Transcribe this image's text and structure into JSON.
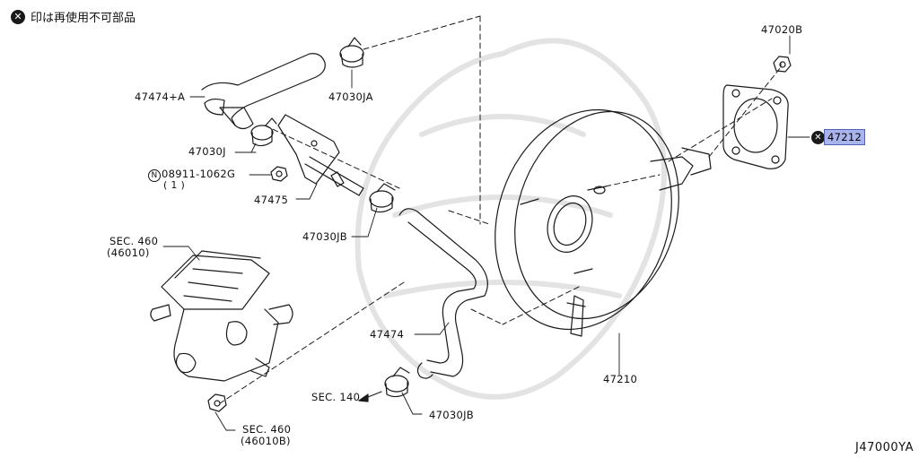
{
  "legend": {
    "icon": "x-circle-icon",
    "text": "印は再使用不可部品"
  },
  "labels": {
    "hose_a": "47474+A",
    "clamp_ja": "47030JA",
    "clamp_j": "47030J",
    "nut_part": "08911-1062G",
    "nut_qty": "( 1 )",
    "nut_prefix": "N",
    "bracket": "47475",
    "clamp_jb_upper": "47030JB",
    "sec460_a_line1": "SEC. 460",
    "sec460_a_line2": "(46010)",
    "hose": "47474",
    "sec140": "SEC. 140",
    "clamp_jb_lower": "47030JB",
    "sec460_b_line1": "SEC. 460",
    "sec460_b_line2": "(46010B)",
    "booster": "47210",
    "nut_top": "47020B",
    "gasket": "47212"
  },
  "highlight_color": "#aab4ec",
  "reference": "J47000YA"
}
